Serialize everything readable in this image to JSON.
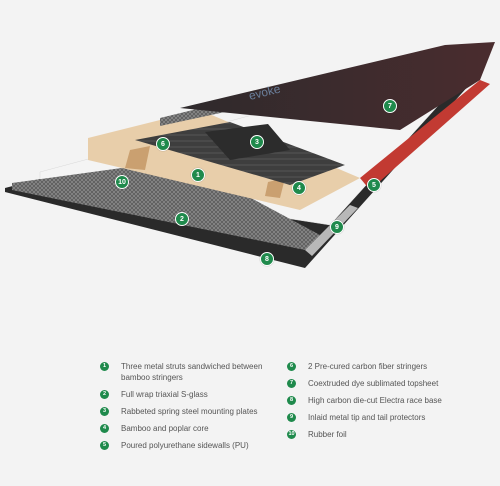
{
  "topsheet_logo": "evoke",
  "markers": [
    "1",
    "2",
    "3",
    "4",
    "5",
    "6",
    "7",
    "8",
    "9",
    "10"
  ],
  "legend_left": [
    {
      "num": "1",
      "text": "Three metal struts sandwiched between bamboo stringers"
    },
    {
      "num": "2",
      "text": "Full wrap triaxial S-glass"
    },
    {
      "num": "3",
      "text": "Rabbeted spring steel mounting plates"
    },
    {
      "num": "4",
      "text": "Bamboo and poplar core"
    },
    {
      "num": "5",
      "text": "Poured polyurethane sidewalls (PU)"
    }
  ],
  "legend_right": [
    {
      "num": "6",
      "text": "2 Pre-cured carbon fiber stringers"
    },
    {
      "num": "7",
      "text": "Coextruded dye sublimated topsheet"
    },
    {
      "num": "8",
      "text": "High carbon die-cut Electra race base"
    },
    {
      "num": "9",
      "text": "Inlaid metal tip and tail protectors"
    },
    {
      "num": "10",
      "text": "Rubber foil"
    }
  ],
  "colors": {
    "accent_green": "#1f8a4c",
    "topsheet": "#3a2628",
    "sidewall_red": "#c23a32",
    "base": "#2a2a2a",
    "wood": "#e8ceaa"
  }
}
